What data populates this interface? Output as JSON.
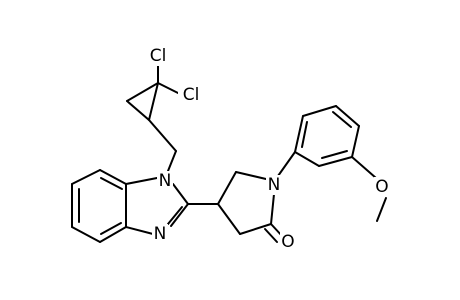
{
  "molecule": {
    "atoms": {
      "cl1": "Cl",
      "cl2": "Cl",
      "n_benz1": "N",
      "n_benz3": "N",
      "n_pyr": "N",
      "o_carbonyl": "O",
      "o_methoxy": "O"
    }
  }
}
